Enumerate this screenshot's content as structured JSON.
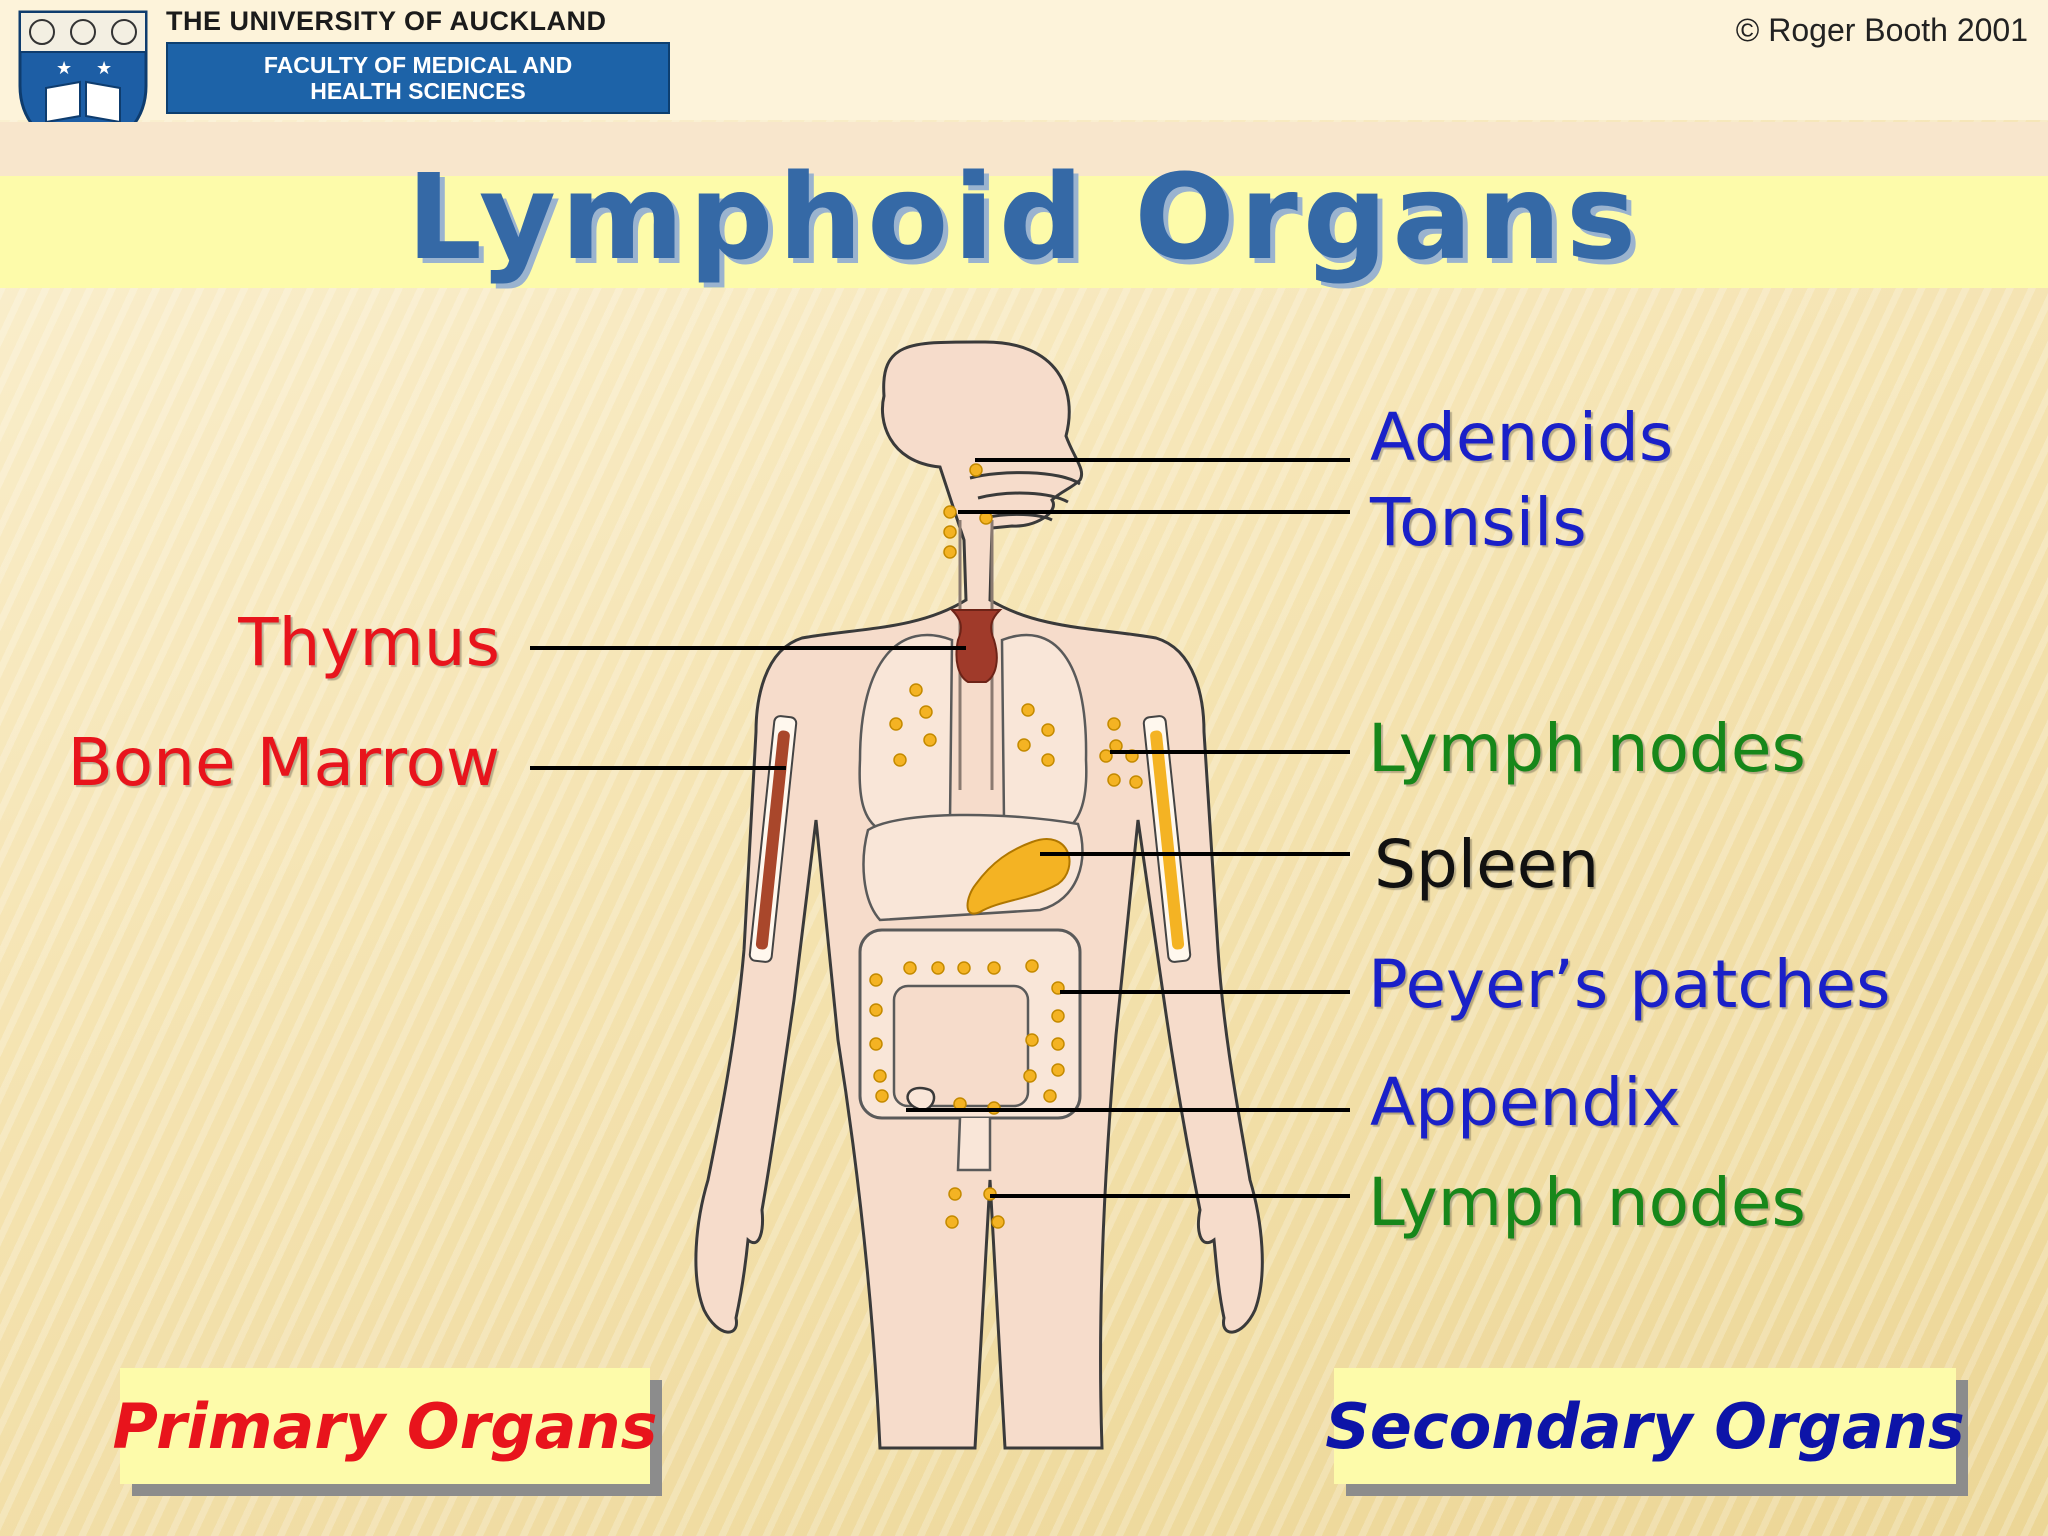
{
  "header": {
    "university_name": "THE UNIVERSITY OF AUCKLAND",
    "faculty_line1": "FACULTY OF MEDICAL AND",
    "faculty_line2": "HEALTH SCIENCES",
    "copyright": "© Roger Booth 2001"
  },
  "title": "Lymphoid Organs",
  "labels": {
    "adenoids": "Adenoids",
    "tonsils": "Tonsils",
    "thymus": "Thymus",
    "bone_marrow": "Bone Marrow",
    "lymph_nodes_upper": "Lymph nodes",
    "spleen": "Spleen",
    "peyers_patches": "Peyer’s patches",
    "appendix": "Appendix",
    "lymph_nodes_lower": "Lymph nodes"
  },
  "boxes": {
    "primary": "Primary Organs",
    "secondary": "Secondary Organs"
  },
  "colors": {
    "primary_organs": "#e8141c",
    "secondary_organs": "#1a20c8",
    "lymph_nodes": "#17871a",
    "title": "#3569a6",
    "box_background": "#fdfbaa"
  }
}
